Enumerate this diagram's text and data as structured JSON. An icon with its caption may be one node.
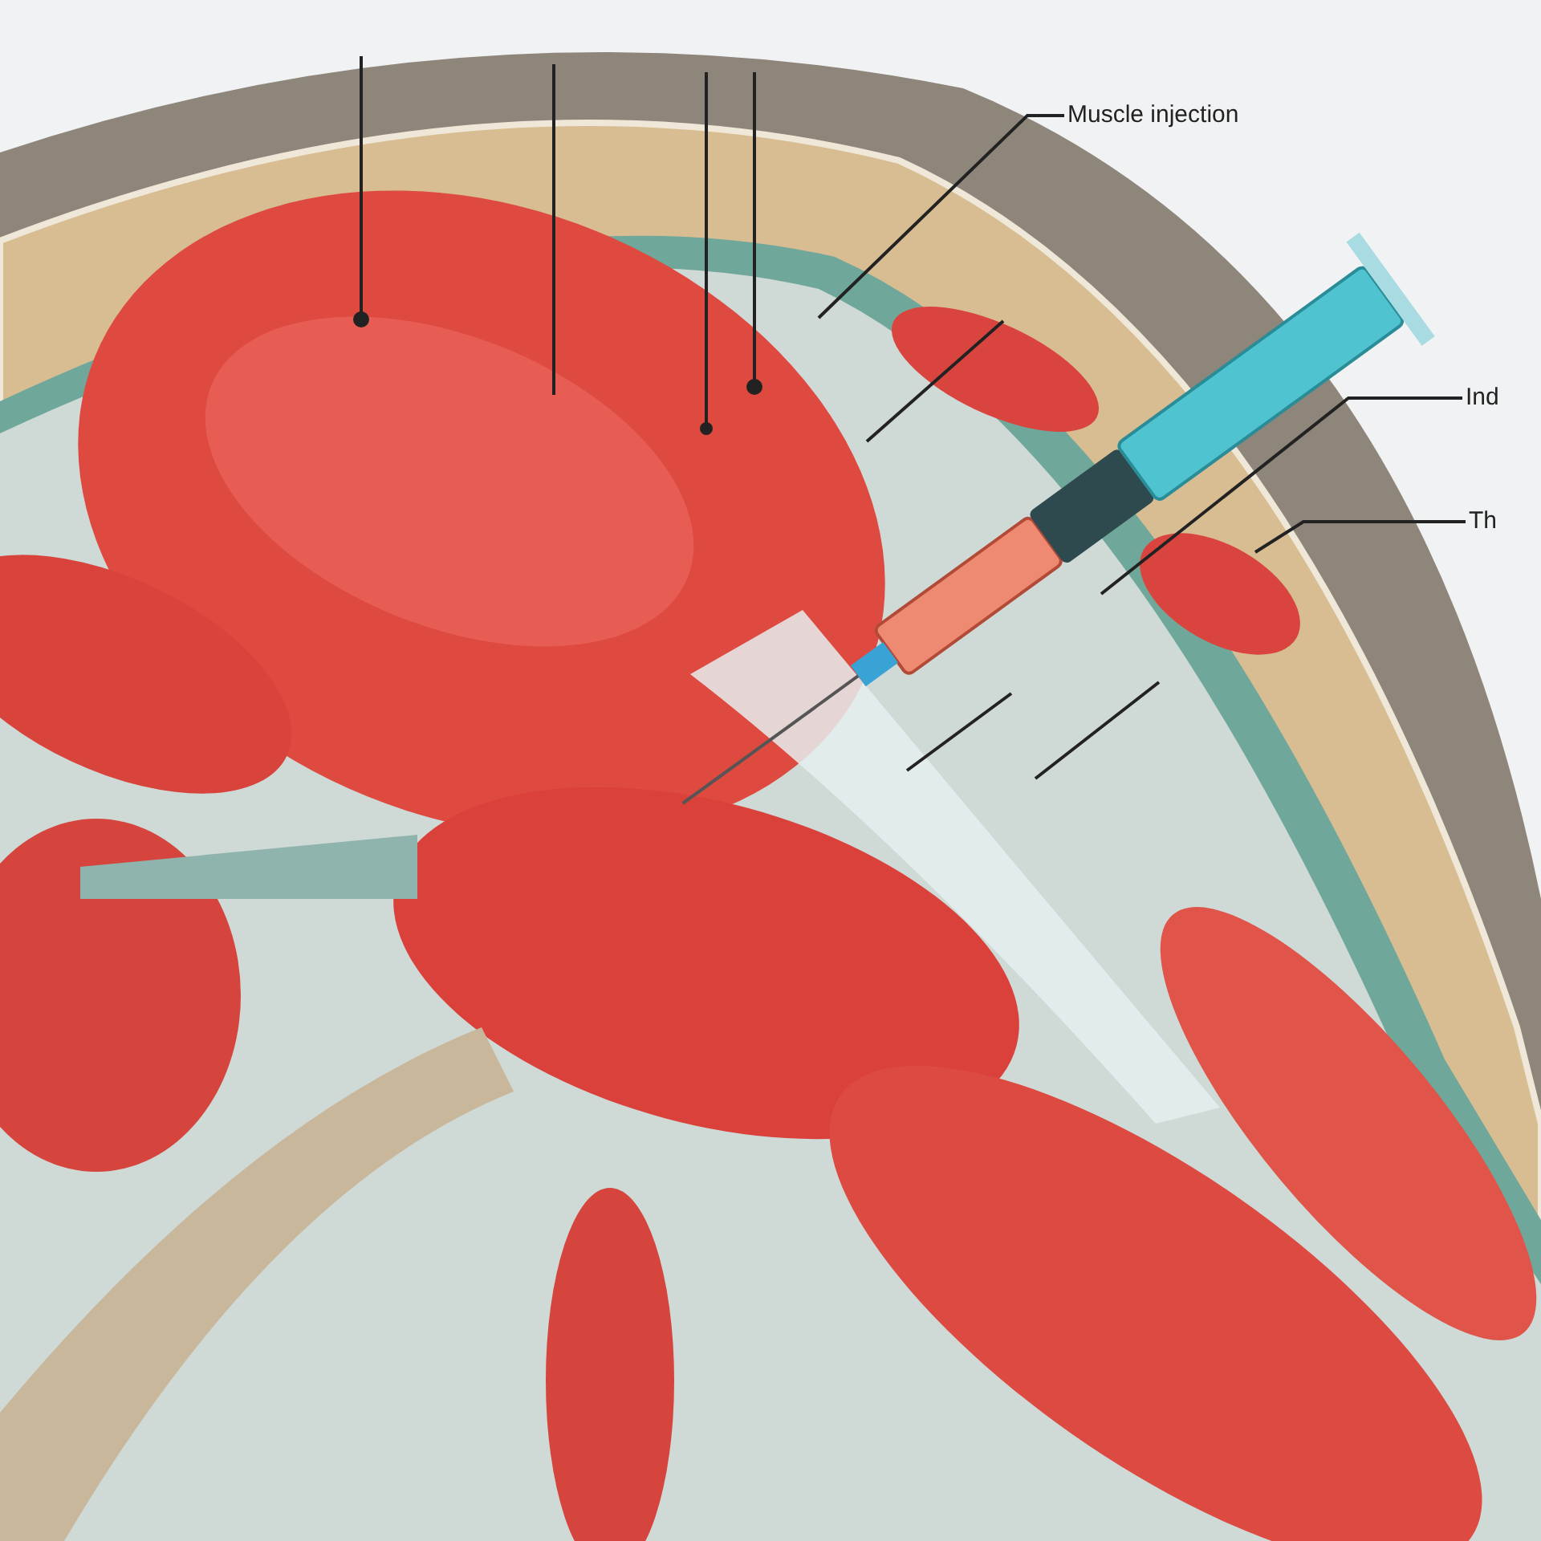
{
  "diagram": {
    "nodes": [
      {
        "text": [
          "Muscle injection"
        ]
      },
      {
        "text": [
          "Ind"
        ]
      },
      {
        "text": [
          "Th"
        ]
      }
    ],
    "edges": [
      {
        "from": 0,
        "to": null,
        "arrow": "none"
      },
      {
        "from": 1,
        "to": null,
        "arrow": "none"
      },
      {
        "from": 2,
        "to": null,
        "arrow": "none"
      }
    ]
  }
}
